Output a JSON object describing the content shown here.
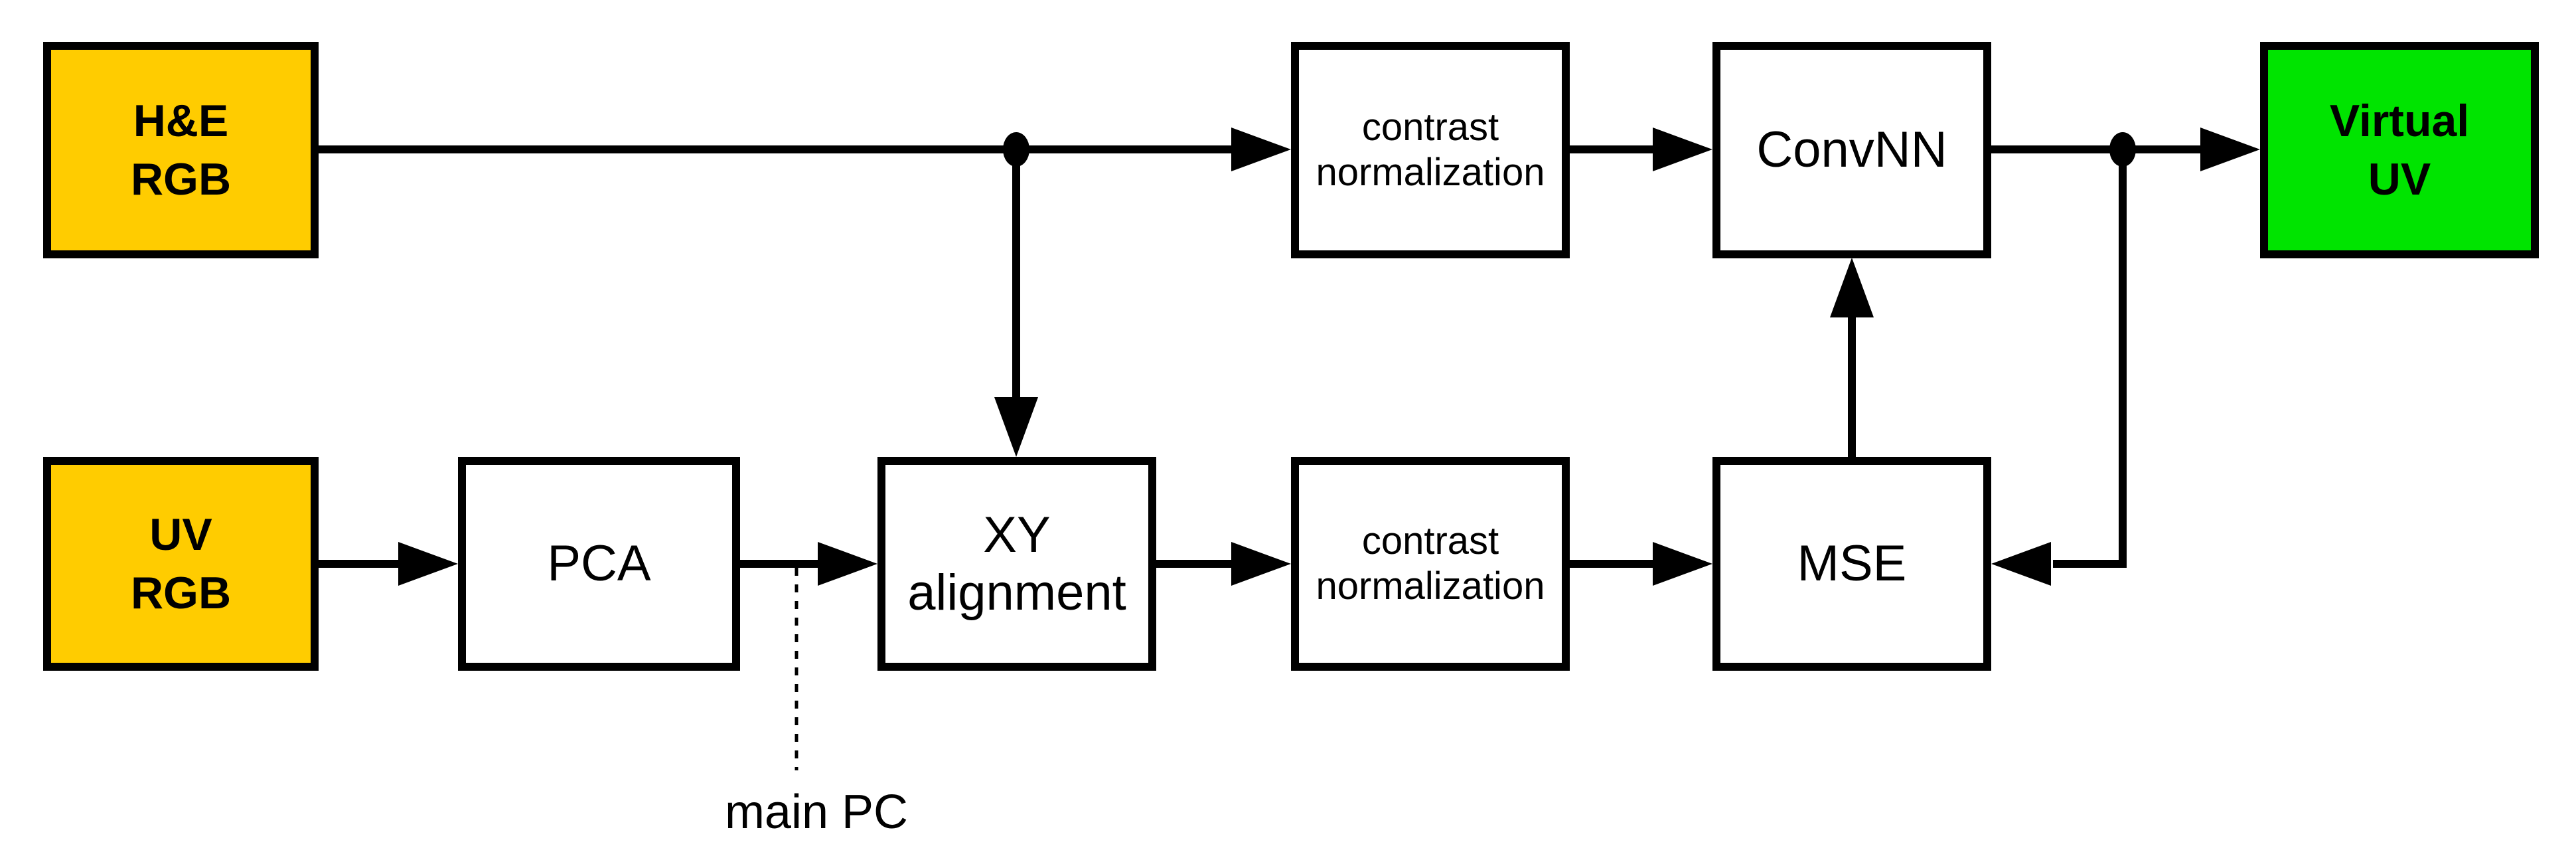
{
  "diagram": {
    "colors": {
      "input_fill": "#FFCC00",
      "output_fill": "#00E400",
      "process_fill": "#FFFFFF",
      "stroke": "#000000",
      "background": "#FFFFFF"
    },
    "nodes": {
      "he_rgb": {
        "label": "H&E\nRGB",
        "type": "input"
      },
      "uv_rgb": {
        "label": "UV\nRGB",
        "type": "input"
      },
      "pca": {
        "label": "PCA",
        "type": "process"
      },
      "xy_alignment": {
        "label": "XY\nalignment",
        "type": "process"
      },
      "contrast_norm_top": {
        "label": "contrast\nnormalization",
        "type": "process"
      },
      "contrast_norm_bot": {
        "label": "contrast\nnormalization",
        "type": "process"
      },
      "convnn": {
        "label": "ConvNN",
        "type": "process"
      },
      "mse": {
        "label": "MSE",
        "type": "process"
      },
      "virtual_uv": {
        "label": "Virtual\nUV",
        "type": "output"
      }
    },
    "edges": [
      {
        "from": "he_rgb",
        "to": "contrast_norm_top"
      },
      {
        "from": "he_rgb",
        "to": "xy_alignment"
      },
      {
        "from": "uv_rgb",
        "to": "pca"
      },
      {
        "from": "pca",
        "to": "xy_alignment",
        "annotation": "main PC"
      },
      {
        "from": "xy_alignment",
        "to": "contrast_norm_bot"
      },
      {
        "from": "contrast_norm_bot",
        "to": "mse"
      },
      {
        "from": "contrast_norm_top",
        "to": "convnn"
      },
      {
        "from": "convnn",
        "to": "virtual_uv"
      },
      {
        "from": "convnn",
        "to": "mse"
      },
      {
        "from": "mse",
        "to": "convnn"
      }
    ],
    "annotation": {
      "main_pc_label": "main PC"
    }
  }
}
